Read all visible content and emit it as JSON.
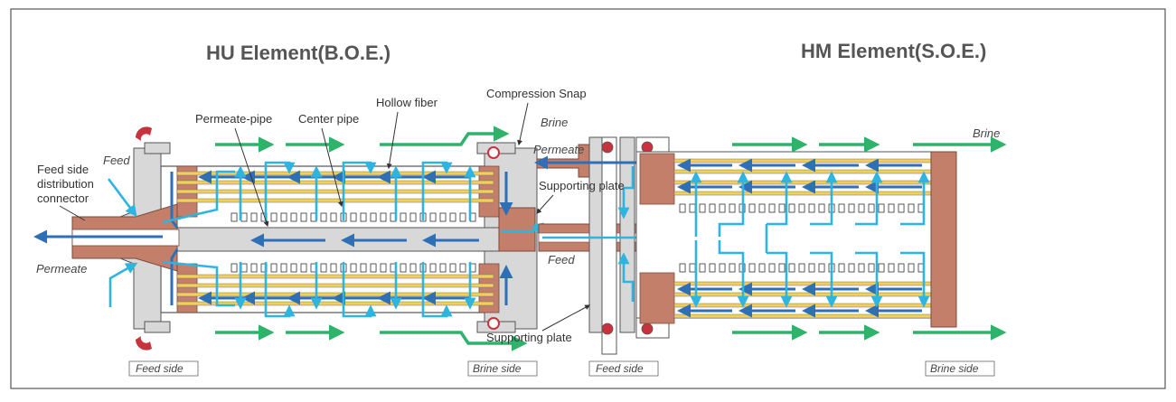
{
  "titles": {
    "left": "HU Element(B.O.E.)",
    "right": "HM Element(S.O.E.)"
  },
  "labels": {
    "hollow_fiber": "Hollow fiber",
    "compression_snap": "Compression Snap",
    "permeate_pipe": "Permeate-pipe",
    "center_pipe": "Center pipe",
    "feed_dist_1": "Feed side",
    "feed_dist_2": "distribution",
    "feed_dist_3": "connector",
    "supporting_plate_top": "Supporting plate",
    "supporting_plate_bottom": "Supporting plate"
  },
  "flow": {
    "feed_left": "Feed",
    "permeate_left": "Permeate",
    "brine_mid": "Brine",
    "permeate_mid": "Permeate",
    "feed_mid": "Feed",
    "brine_right": "Brine"
  },
  "sides": {
    "feed_side_1": "Feed side",
    "brine_side_1": "Brine side",
    "feed_side_2": "Feed side",
    "brine_side_2": "Brine side"
  },
  "colors": {
    "blue": "#2f6fb5",
    "cyan": "#2eb4e0",
    "green": "#2fb36b",
    "copper": "#c47f6b",
    "gray": "#d8d8d8",
    "yellow": "#f1cf5a",
    "red": "#c8323c"
  }
}
